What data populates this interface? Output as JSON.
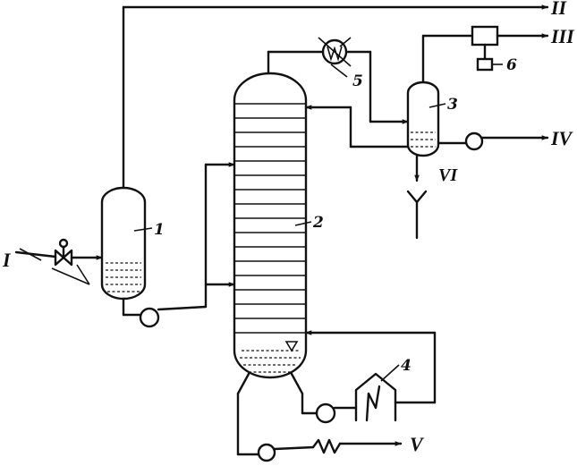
{
  "streams": {
    "feed": "I",
    "overhead_gas": "II",
    "vent_gas": "III",
    "distillate": "IV",
    "bottoms_product": "V",
    "water_drain": "VI"
  },
  "units": {
    "separator": "1",
    "column": "2",
    "reflux_drum": "3",
    "reboiler_furnace": "4",
    "condenser": "5",
    "gas_compressor": "6"
  }
}
